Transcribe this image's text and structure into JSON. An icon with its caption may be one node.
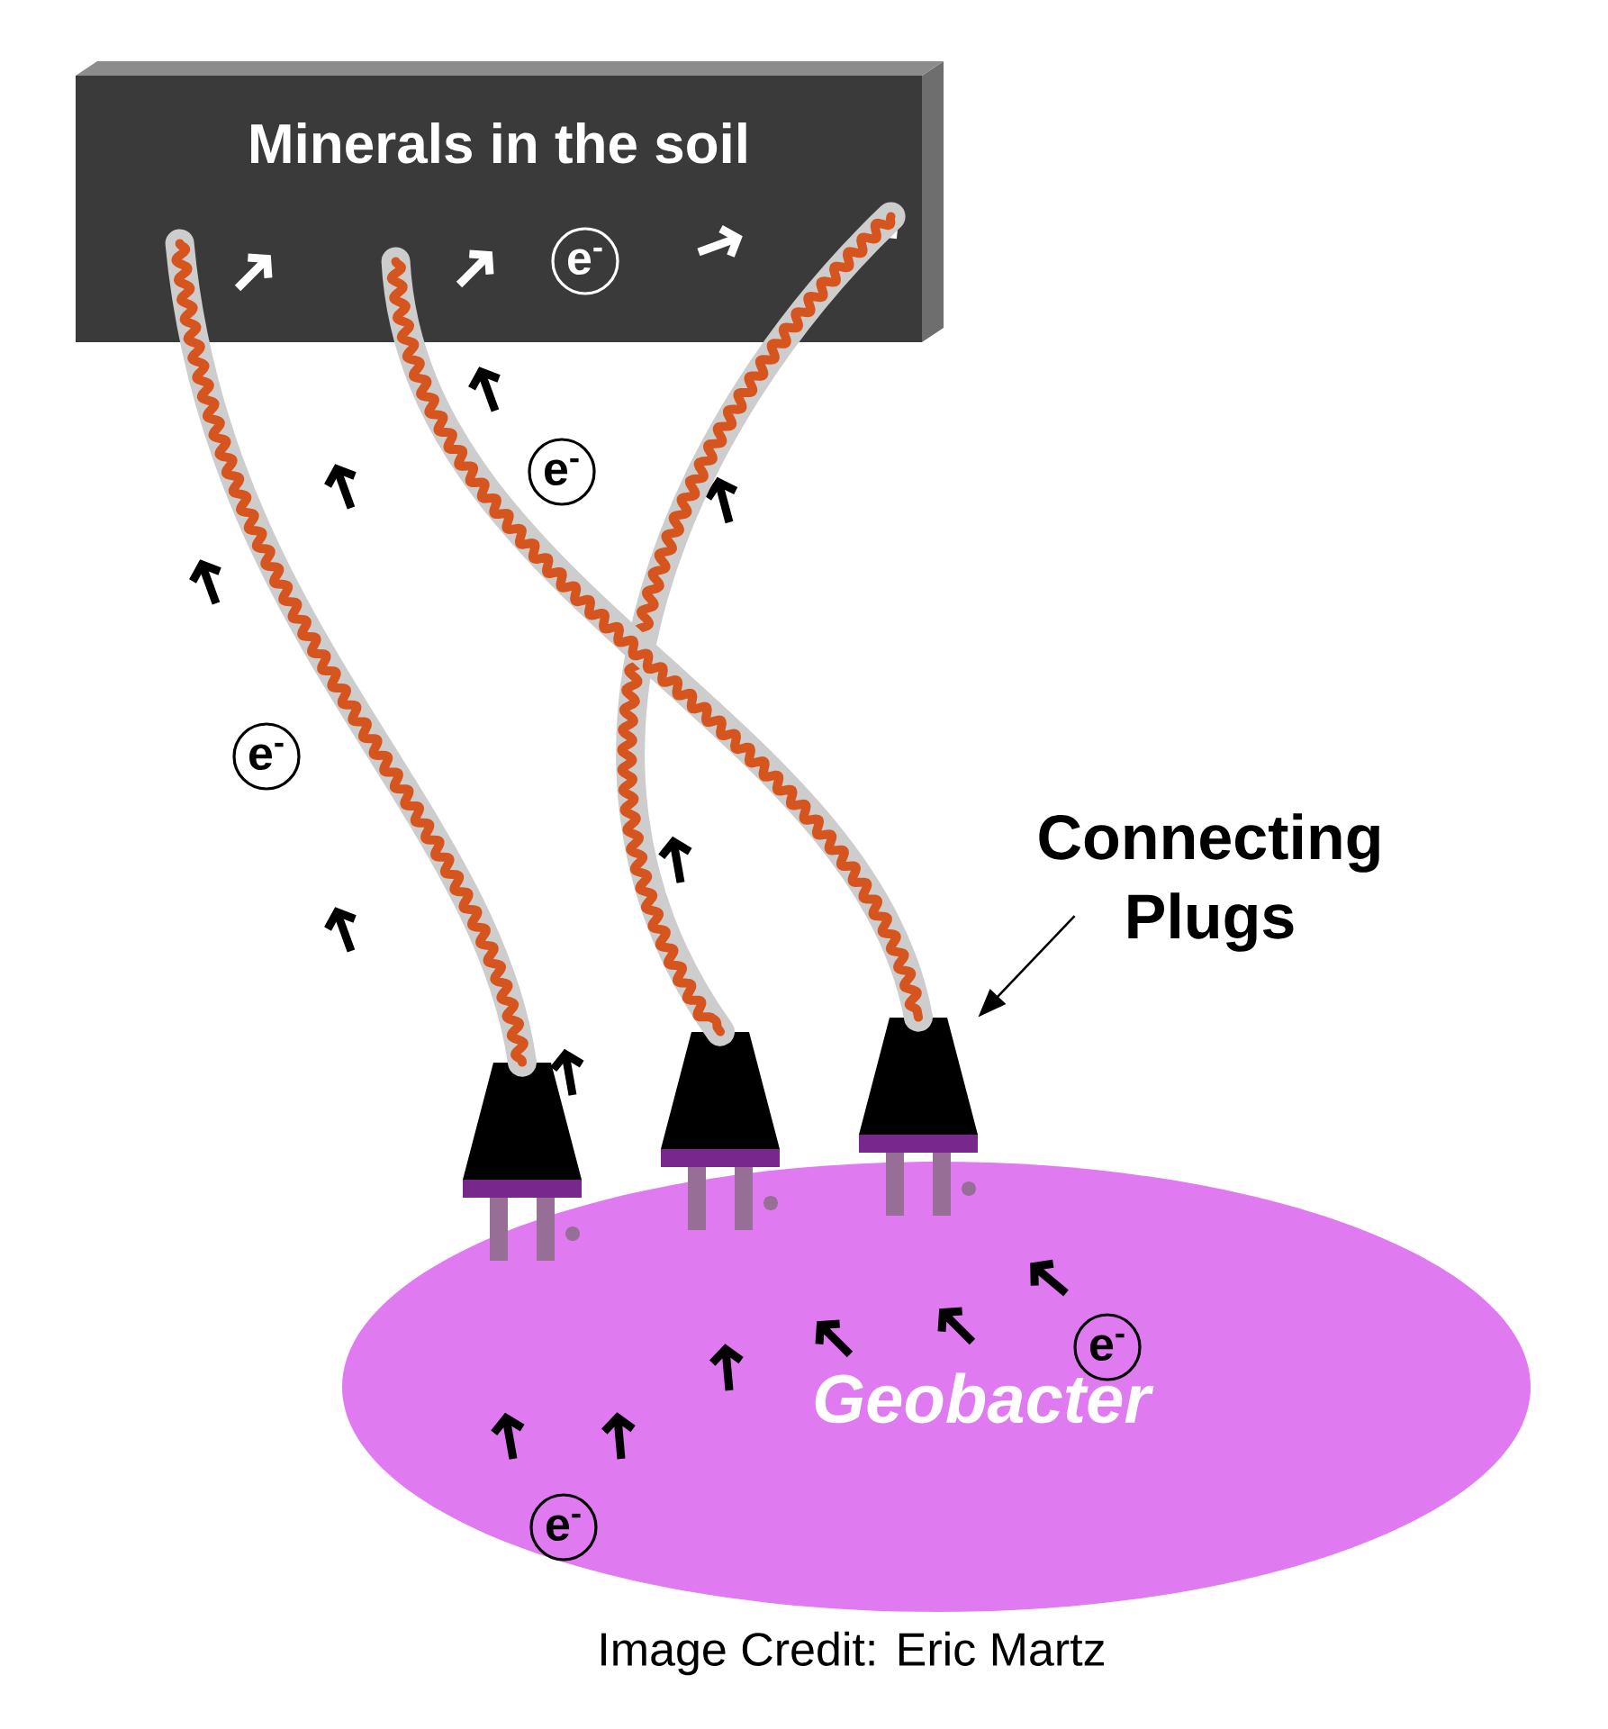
{
  "diagram": {
    "caption": "Image Credit: Eric Martz",
    "nodes": [
      {
        "text": [
          "Minerals in the soil"
        ]
      },
      {
        "text": [
          "Geobacter"
        ]
      },
      {
        "text": [
          "Connecting Plugs"
        ]
      },
      {
        "text": [],
        "shape": "picture"
      },
      {
        "text": [],
        "shape": "picture"
      },
      {
        "text": [],
        "shape": "picture"
      }
    ],
    "edges": [
      {
        "from": 0,
        "to": 3,
        "arrow": "none"
      },
      {
        "from": 0,
        "to": 4,
        "arrow": "none"
      },
      {
        "from": 0,
        "to": 5,
        "arrow": "none"
      },
      {
        "from": 2,
        "to": 5,
        "arrow": "to",
        "color": "#000000"
      }
    ],
    "labels": [
      "e$^{-}$",
      "e$^{-}$",
      "e$^{-}$",
      "e$^{-}$",
      "e$^{-}$"
    ]
  }
}
